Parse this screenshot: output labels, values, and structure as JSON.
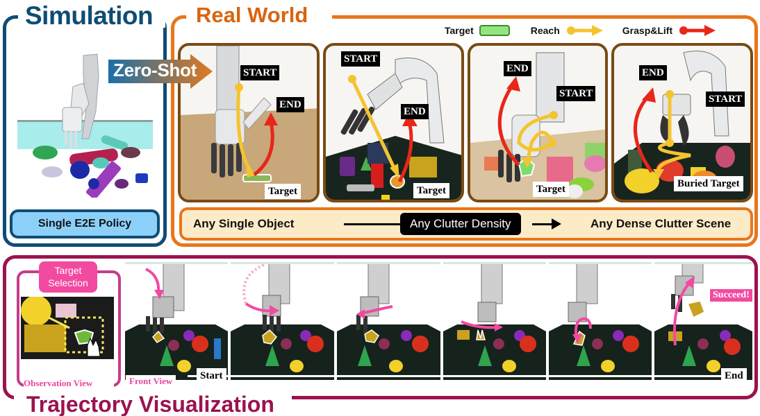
{
  "simulation": {
    "title": "Simulation",
    "policy_label": "Single E2E Policy",
    "image_description": "simulated robot arm with dexterous hand above cluttered pile of objects",
    "accent_color": "#0f4c75"
  },
  "transfer": {
    "label": "Zero-Shot"
  },
  "real_world": {
    "title": "Real World",
    "accent_color": "#e8761a",
    "legend": [
      {
        "label": "Target",
        "kind": "swatch",
        "color": "#93e67f"
      },
      {
        "label": "Reach",
        "kind": "arrow",
        "color": "#f4c430"
      },
      {
        "label": "Grasp&Lift",
        "kind": "arrow",
        "color": "#e8261a"
      }
    ],
    "scenes": [
      {
        "start": "START",
        "end": "END",
        "target": "Target"
      },
      {
        "start": "START",
        "end": "END",
        "target": "Target"
      },
      {
        "start": "START",
        "end": "END",
        "target": "Target"
      },
      {
        "start": "START",
        "end": "END",
        "target": "Buried Target"
      }
    ],
    "density_bar": {
      "left": "Any Single Object",
      "middle": "Any Clutter Density",
      "right": "Any Dense Clutter Scene"
    }
  },
  "trajectory": {
    "title": "Trajectory Visualization",
    "accent_color": "#9c124f",
    "target_selection": "Target Selection",
    "observation_view": "Observation View",
    "front_view": "Front View",
    "start": "Start",
    "end": "End",
    "succeed": "Succeed!",
    "frame_count": 6
  }
}
